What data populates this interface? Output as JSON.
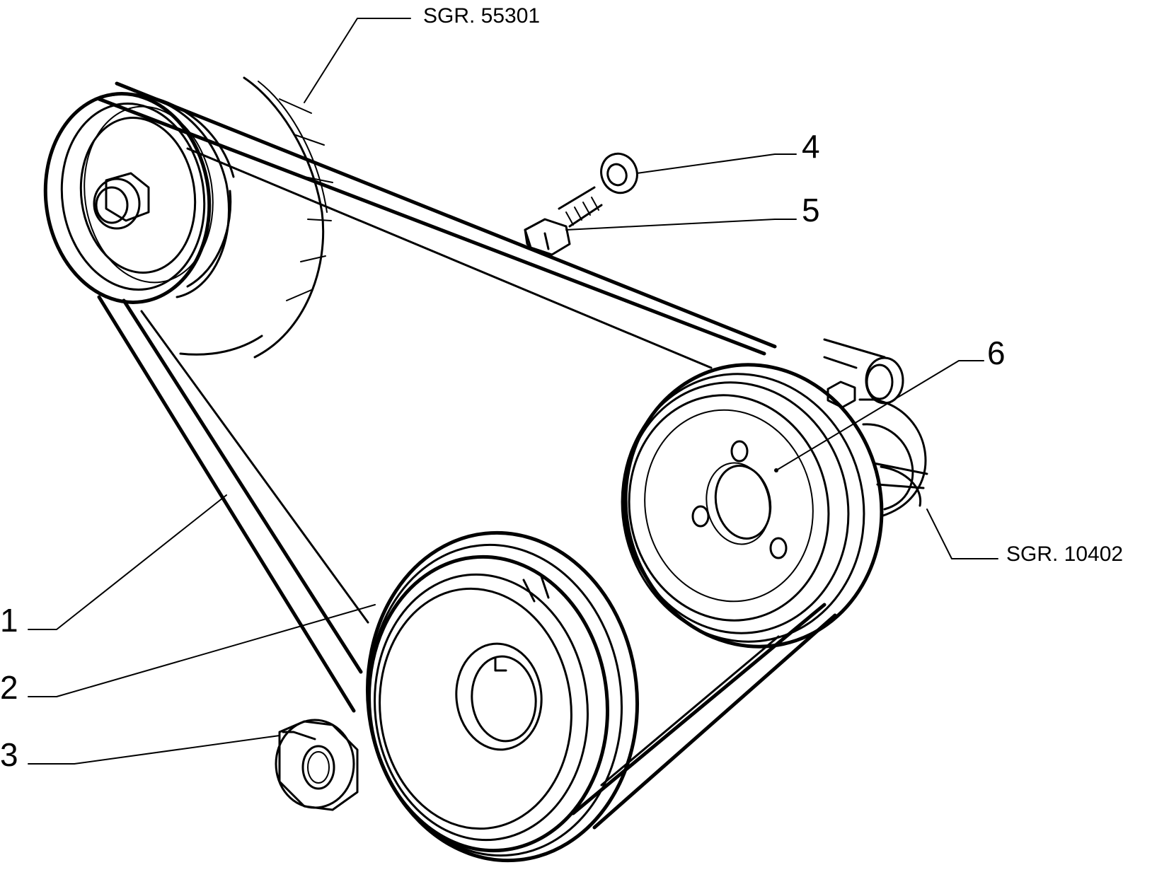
{
  "references": {
    "ref_top": "SGR. 55301",
    "ref_right": "SGR. 10402"
  },
  "callouts": {
    "c1": "1",
    "c2": "2",
    "c3": "3",
    "c4": "4",
    "c5": "5",
    "c6": "6"
  },
  "colors": {
    "line": "#000000",
    "background": "#ffffff"
  }
}
